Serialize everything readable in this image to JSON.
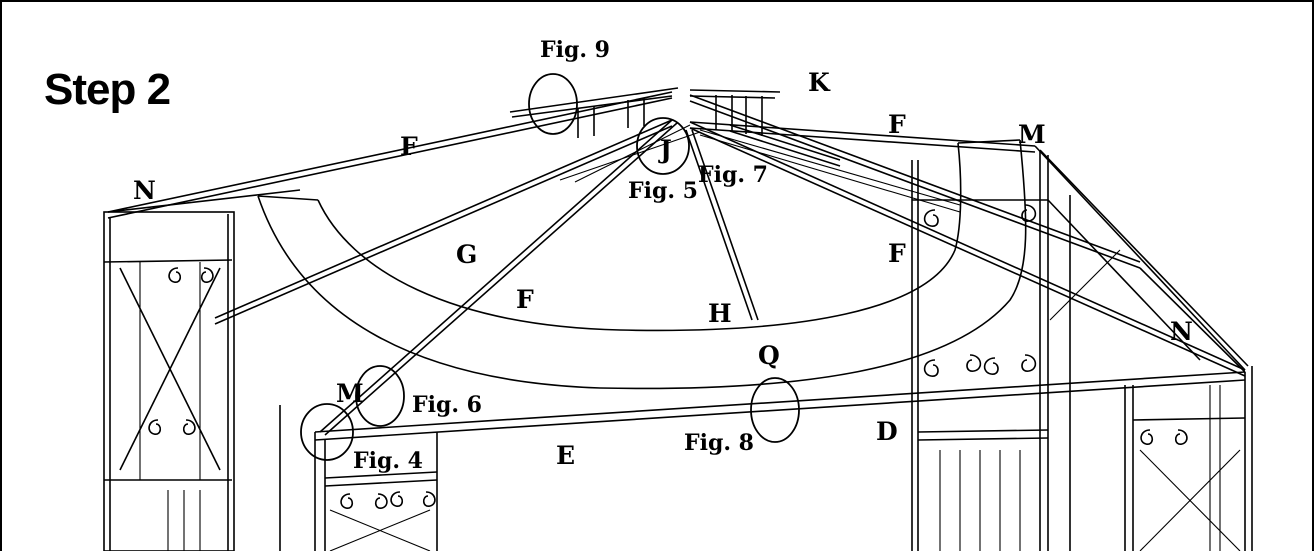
{
  "title": "Step 2",
  "part_labels": {
    "F1": "F",
    "F2": "F",
    "F3": "F",
    "F4": "F",
    "G": "G",
    "H": "H",
    "J": "J",
    "K": "K",
    "M1": "M",
    "M2": "M",
    "N1": "N",
    "N2": "N",
    "Q": "Q",
    "D": "D",
    "E": "E"
  },
  "figure_labels": {
    "fig4": "Fig. 4",
    "fig5": "Fig. 5",
    "fig6": "Fig. 6",
    "fig7": "Fig. 7",
    "fig8": "Fig. 8",
    "fig9": "Fig. 9"
  }
}
